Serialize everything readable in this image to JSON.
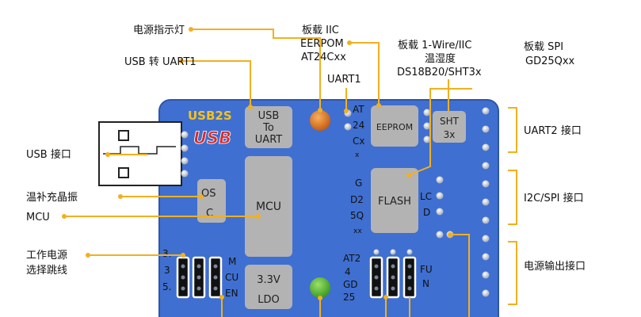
{
  "callouts": {
    "power_led": "电源指示灯",
    "usb_uart": "USB 转 UART1",
    "iic_eeprom": [
      "板载 IIC",
      "EERPOM",
      "AT24Cxx"
    ],
    "uart1": "UART1",
    "onewire": [
      "板载 1-Wire/IIC",
      "温湿度",
      "DS18B20/SHT3x"
    ],
    "spi_flash": [
      "板载 SPI",
      "GD25Qxx"
    ],
    "usb_port": "USB 接口",
    "crystal": "温补充晶振",
    "mcu": "MCU",
    "power_jumper": [
      "工作电源",
      "选择跳线"
    ],
    "uart2_port": "UART2 接口",
    "i2c_spi_port": "I2C/SPI 接口",
    "power_out_port": "电源输出接口"
  },
  "board": {
    "logo": "USB2S",
    "logo_sub": "USB",
    "usb_uart_chip": [
      "USB",
      "To",
      "UART"
    ],
    "mcu_chip": "MCU",
    "osc_chip": [
      "OS",
      "C"
    ],
    "ldo_chip": [
      "3.3V",
      "LDO"
    ],
    "eeprom_chip": "EEPROM",
    "flash_chip": "FLASH",
    "sht_chip": [
      "SHT",
      "3x"
    ],
    "at24_text": [
      "AT",
      "24",
      "Cx",
      "x"
    ],
    "gd25_text": [
      "G",
      "D2",
      "5Q",
      "xx"
    ],
    "lcd_text": [
      "LC",
      "D"
    ],
    "jumper_left_pins": [
      "3.",
      "3",
      "5."
    ],
    "jumper_left_labels": [
      "M",
      "CU",
      "EN"
    ],
    "jumper_right_labels_a": [
      "AT2",
      "4",
      "GD",
      "25"
    ],
    "jumper_right_labels_b": [
      "FU",
      "N"
    ]
  },
  "colors": {
    "board": "#3f6fd0",
    "chip": "#b3b3b3",
    "callout_line": "#f2b01e",
    "led_orange": "#e0781a",
    "led_green": "#55b132",
    "logo_yellow": "#f6c21c",
    "logo_red": "#d62d2d"
  }
}
